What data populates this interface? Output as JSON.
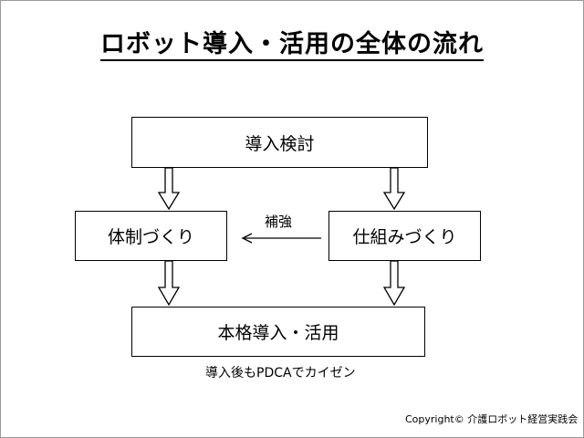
{
  "title": "ロボット導入・活用の全体の流れ",
  "boxes": {
    "top": "導入検討",
    "left": "体制づくり",
    "right": "仕組みづくり",
    "bottom": "本格導入・活用"
  },
  "reinforce_label": "補強",
  "note": "導入後もPDCAでカイゼン",
  "copyright": "Copyright© 介護ロボット経営実践会"
}
